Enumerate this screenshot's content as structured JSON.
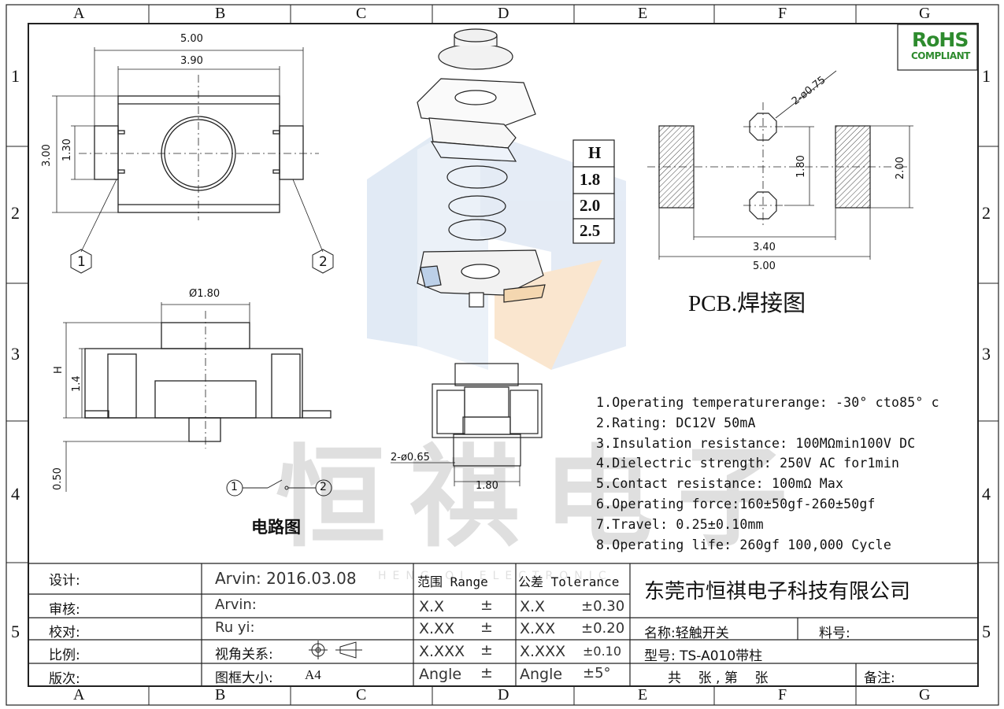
{
  "frame": {
    "cols": [
      "A",
      "B",
      "C",
      "D",
      "E",
      "F",
      "G"
    ],
    "rows": [
      "1",
      "2",
      "3",
      "4",
      "5"
    ]
  },
  "rohs": {
    "line1": "RoHS",
    "line2": "COMPLIANT"
  },
  "top_view": {
    "dim_total_width": "5.00",
    "dim_inner_width": "3.90",
    "dim_height": "3.00",
    "dim_pin_height": "1.30",
    "callout_1": "1",
    "callout_2": "2"
  },
  "side_view": {
    "dim_stem": "Ø1.80",
    "dim_h": "H",
    "dim_1_4": "1.4",
    "dim_0_50": "0.50"
  },
  "circuit": {
    "node1": "1",
    "node2": "2",
    "title": "电路图"
  },
  "bottom_view": {
    "dim_holes": "2-ø0.65",
    "dim_spacing": "1.80"
  },
  "h_table": {
    "header": "H",
    "rows": [
      "1.8",
      "2.0",
      "2.5"
    ]
  },
  "pcb": {
    "dim_holes": "2-ø0.75",
    "dim_180": "1.80",
    "dim_200": "2.00",
    "dim_340": "3.40",
    "dim_500": "5.00",
    "title": "PCB.焊接图"
  },
  "specs": [
    "1.Operating temperaturerange: -30° cto85° c",
    "2.Rating: DC12V 50mA",
    "3.Insulation resistance: 100MΩmin100V DC",
    "4.Dielectric strength: 250V AC for1min",
    "5.Contact resistance: 100mΩ  Max",
    "6.Operating force:160±50gf-260±50gf",
    "7.Travel: 0.25±0.10mm",
    "8.Operating life: 260gf 100,000 Cycle"
  ],
  "watermark": {
    "text": "恒祺电子",
    "sub": "HENG QI ELECTRONIC"
  },
  "title_block": {
    "labels": [
      "设计:",
      "审核:",
      "校对:",
      "比例:",
      "版次:"
    ],
    "design": "Arvin:  2016.03.08",
    "check": "Arvin:",
    "proof": "Ru  yi:",
    "view": "视角关系:",
    "frame_size": "图框大小:",
    "frame_value": "A4",
    "range_header": "范围 Range",
    "tol_header": "公差 Tolerance",
    "range_rows": [
      [
        "X.X",
        "±"
      ],
      [
        "X.XX",
        "±"
      ],
      [
        "X.XXX",
        "±"
      ],
      [
        "Angle",
        "±"
      ]
    ],
    "tol_rows": [
      [
        "X.X",
        "±0.30"
      ],
      [
        "X.XX",
        "±0.20"
      ],
      [
        "X.XXX",
        "±0.10"
      ],
      [
        "Angle",
        "±5°"
      ]
    ],
    "company": "东莞市恒祺电子科技有限公司",
    "name": "名称:轻触开关",
    "material": "料号:",
    "model": "型号: TS-A010带柱",
    "sheets": "共    张 , 第    张",
    "remarks": "备注:"
  }
}
